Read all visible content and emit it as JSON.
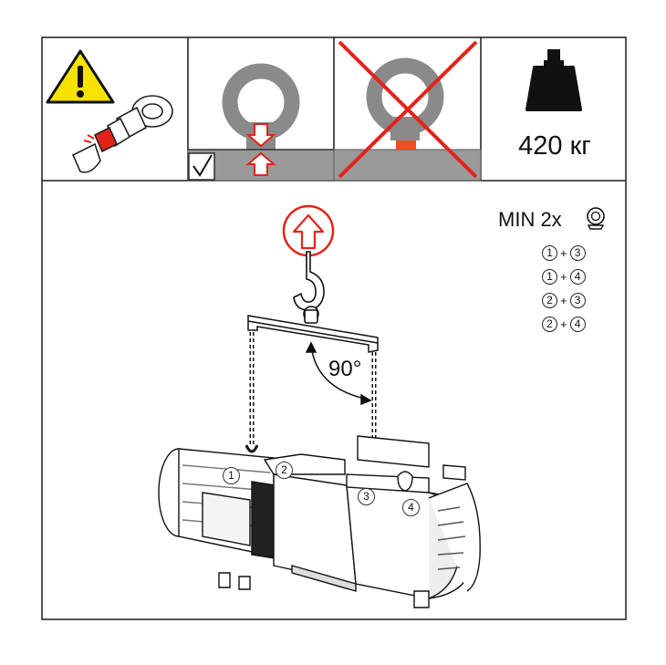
{
  "weight": {
    "label": "420 кг"
  },
  "lifting": {
    "min_label": "MIN 2x",
    "combinations": [
      [
        "1",
        "3"
      ],
      [
        "1",
        "4"
      ],
      [
        "2",
        "3"
      ],
      [
        "2",
        "4"
      ]
    ],
    "angle_label": "90°",
    "points": [
      "1",
      "2",
      "3",
      "4"
    ],
    "plus_sign": "+"
  },
  "icons": {
    "warning": "warning-triangle-icon",
    "eyebolt_damaged": "damaged-eyebolt-icon",
    "eyebolt_ok": "eyebolt-flush-icon",
    "eyebolt_wrong": "eyebolt-gap-crossed-icon",
    "weight": "weight-icon",
    "lift_arrow": "lift-up-arrow-icon",
    "checkmark": "checkmark-icon"
  },
  "colors": {
    "warning_yellow": "#f7e200",
    "arrow_red": "#e2231a",
    "cross_red": "#e2231a",
    "gap_orange": "#f04e1e",
    "steel_gray": "#8a8a8a",
    "base_gray": "#9a9a9a"
  }
}
